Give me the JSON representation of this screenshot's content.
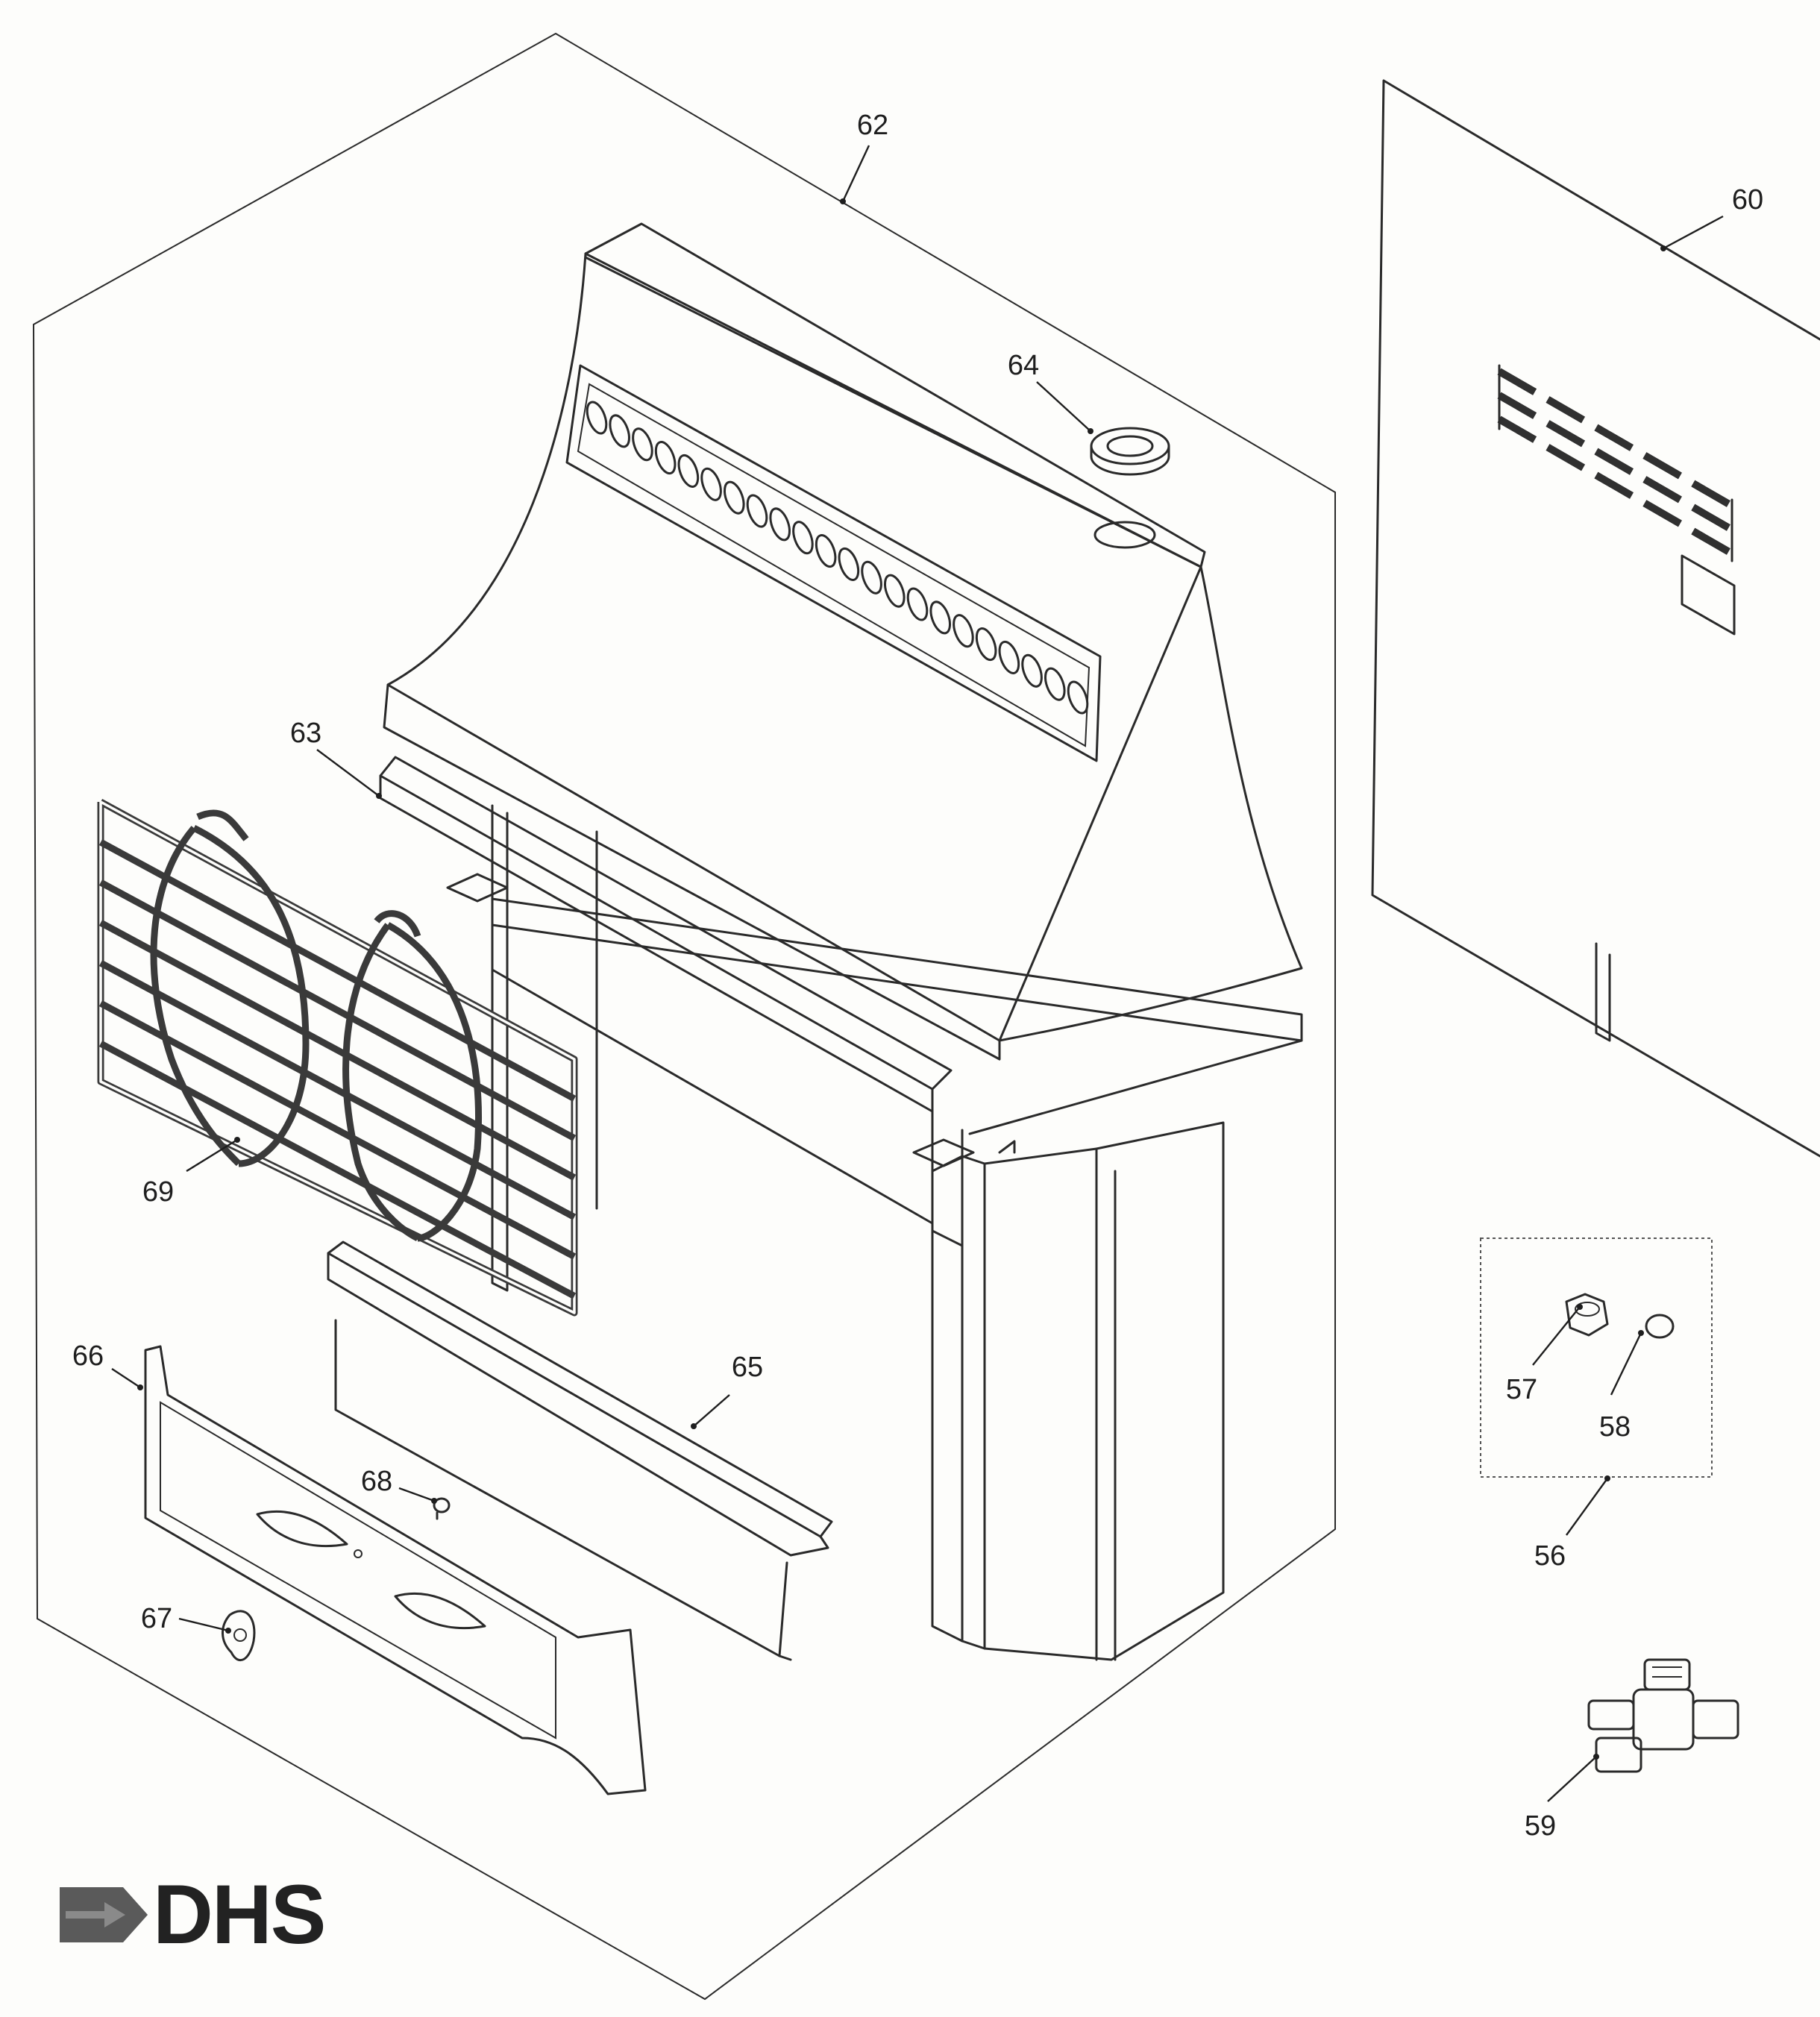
{
  "brand": {
    "logo_text": "DHS",
    "logo_color": "#222222",
    "arrow_color": "#555555"
  },
  "parts": [
    {
      "id": "p62",
      "number": "62",
      "part": "hood"
    },
    {
      "id": "p64",
      "number": "64",
      "part": "hood-collar"
    },
    {
      "id": "p60",
      "number": "60",
      "part": "back-panel"
    },
    {
      "id": "p63",
      "number": "63",
      "part": "front-top-rail"
    },
    {
      "id": "p69",
      "number": "69",
      "part": "decorative-grille"
    },
    {
      "id": "p65",
      "number": "65",
      "part": "lower-shelf"
    },
    {
      "id": "p66",
      "number": "66",
      "part": "front-fascia-panel"
    },
    {
      "id": "p68",
      "number": "68",
      "part": "screw"
    },
    {
      "id": "p67",
      "number": "67",
      "part": "knob"
    },
    {
      "id": "p57",
      "number": "57",
      "part": "nut"
    },
    {
      "id": "p58",
      "number": "58",
      "part": "ferrule"
    },
    {
      "id": "p56",
      "number": "56",
      "part": "fitting-kit"
    },
    {
      "id": "p59",
      "number": "59",
      "part": "gas-valve"
    }
  ]
}
